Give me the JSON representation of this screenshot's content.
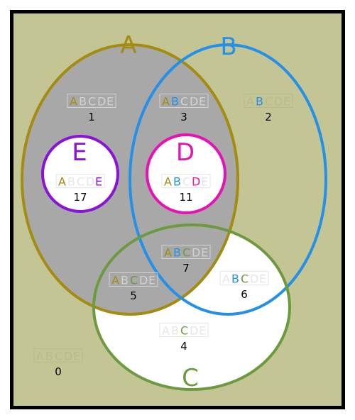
{
  "colors": {
    "background": "#c4c595",
    "frame": "#000000",
    "set_a": "#a48b11",
    "set_b": "#2490e8",
    "set_c": "#6d9a3f",
    "set_d": "#e712b5",
    "set_e": "#8a13d8",
    "fill_a": "#a8a8a8",
    "fill_c": "#ffffff",
    "fill_de": "#ffffff",
    "inactive_light": "#e6e6e6",
    "inactive_dim": "#b9bb8a",
    "inactive_gray": "#d2d2d2"
  },
  "sets": {
    "a": {
      "label": "A"
    },
    "b": {
      "label": "B"
    },
    "c": {
      "label": "C"
    },
    "d": {
      "label": "D"
    },
    "e": {
      "label": "E"
    }
  },
  "letters": [
    "A",
    "B",
    "C",
    "D",
    "E"
  ],
  "regions": [
    {
      "id": "a-only",
      "membership": "A",
      "count": "1"
    },
    {
      "id": "ab",
      "membership": "AB",
      "count": "3"
    },
    {
      "id": "b-only",
      "membership": "B",
      "count": "2"
    },
    {
      "id": "ae",
      "membership": "AE",
      "count": "17"
    },
    {
      "id": "abd",
      "membership": "ABD",
      "count": "11"
    },
    {
      "id": "abc",
      "membership": "ABC",
      "count": "7"
    },
    {
      "id": "ac",
      "membership": "AC",
      "count": "5"
    },
    {
      "id": "bc",
      "membership": "BC",
      "count": "6"
    },
    {
      "id": "c-only",
      "membership": "C",
      "count": "4"
    },
    {
      "id": "none",
      "membership": "",
      "count": "0"
    }
  ]
}
